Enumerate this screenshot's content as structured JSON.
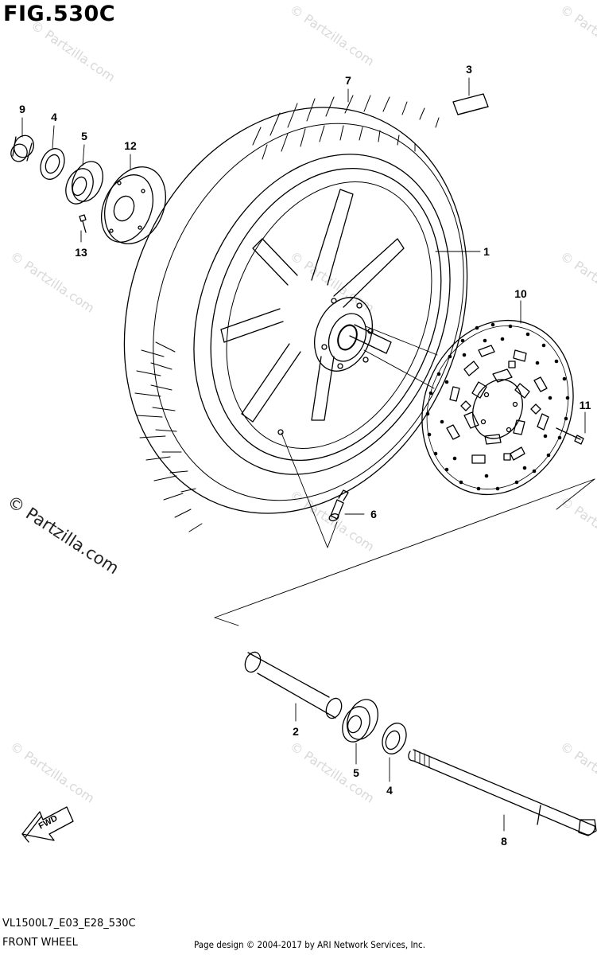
{
  "figure_title": "FIG.530C",
  "model_code": "VL1500L7_E03_E28_530C",
  "section_name": "FRONT WHEEL",
  "copyright": "Page design © 2004-2017 by ARI Network Services, Inc.",
  "watermark_large": "© Partzilla.com",
  "watermark_small": "© Partzilla.com",
  "fwd_label": "FWD",
  "callouts": {
    "c1": "1",
    "c2": "2",
    "c3": "3",
    "c4a": "4",
    "c4b": "4",
    "c5a": "5",
    "c5b": "5",
    "c6": "6",
    "c7": "7",
    "c8": "8",
    "c9": "9",
    "c10": "10",
    "c11": "11",
    "c12": "12",
    "c13": "13"
  },
  "colors": {
    "line": "#000000",
    "watermark": "#d9d9d9"
  }
}
